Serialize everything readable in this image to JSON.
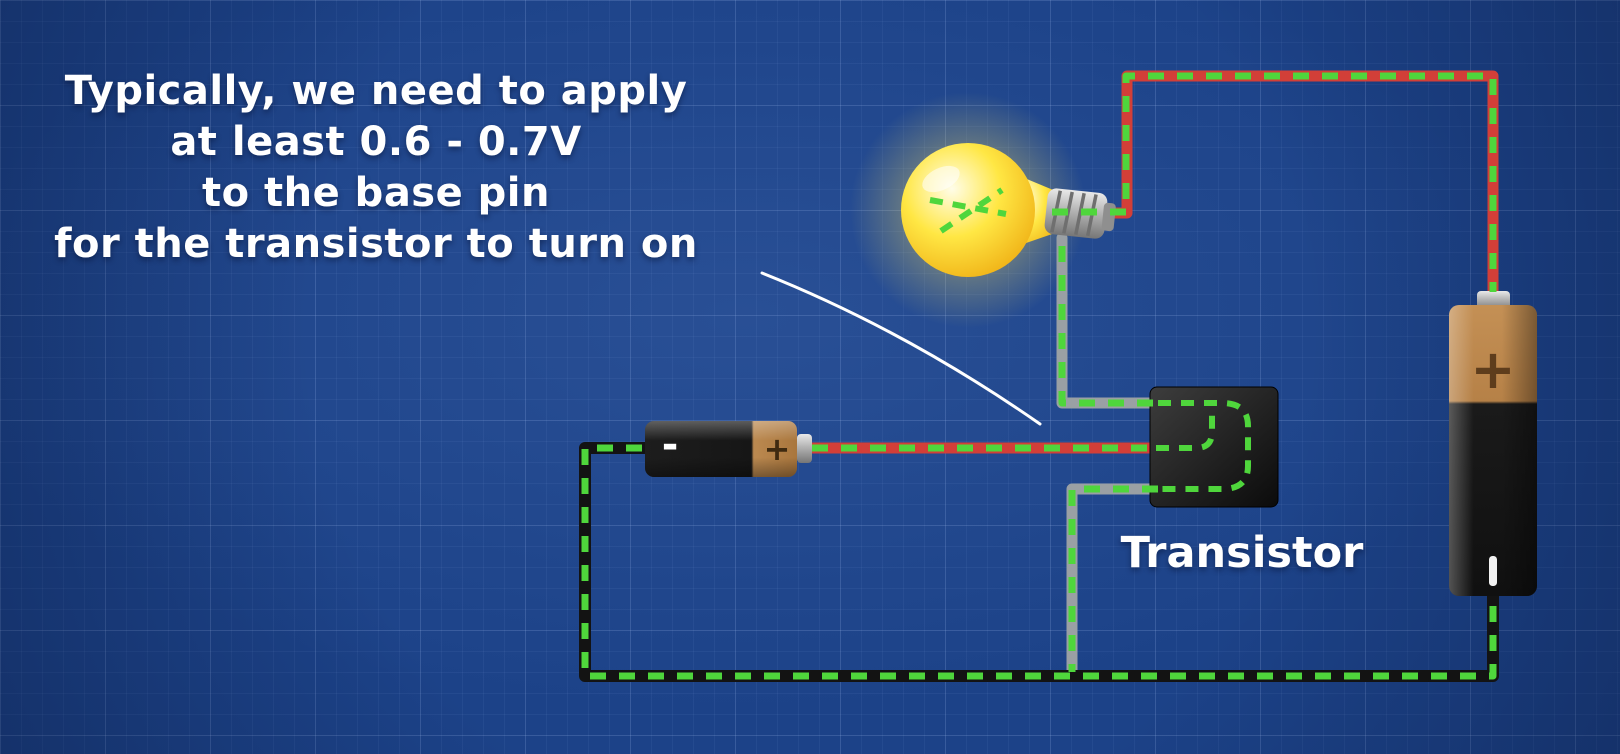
{
  "page": {
    "caption": {
      "lines": [
        "Typically, we need to apply",
        "at least 0.6 - 0.7V",
        "to the base pin",
        "for the transistor to turn on"
      ]
    },
    "transistor": {
      "label": "Transistor"
    },
    "main_battery": {
      "positive_sign": "+"
    },
    "small_battery": {
      "negative_sign": "-",
      "positive_sign": "+"
    },
    "colors": {
      "background": "#1c4288",
      "grid_line": "#3a62b0",
      "wire_red": "#d23f38",
      "wire_gray": "#9aa0a4",
      "wire_dark": "#131313",
      "current_green": "#4fd63c",
      "bulb_yellow": "#ffda3a",
      "battery_tan": "#bb8950",
      "battery_black": "#161616",
      "chip_black": "#1c1c1c",
      "text_white": "#ffffff"
    }
  }
}
